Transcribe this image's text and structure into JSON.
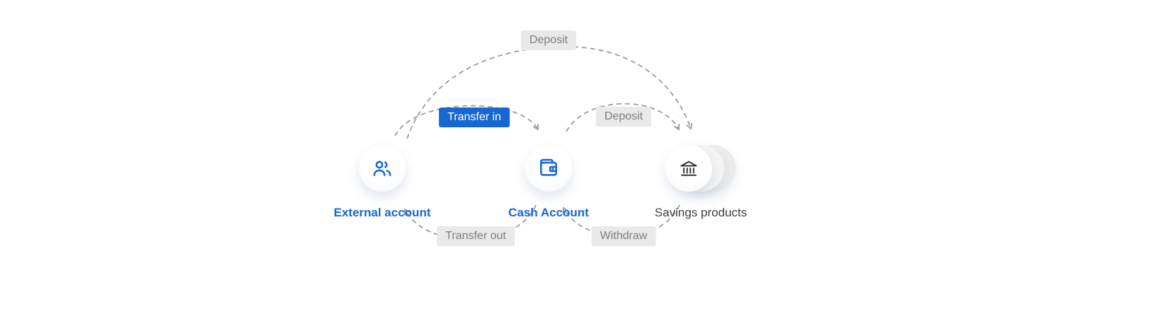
{
  "colors": {
    "accent-blue": "#1567d2",
    "label-gray-bg": "#e9e9e9",
    "label-gray-text": "#7e7e7e",
    "arrow-gray": "#9b9b9b",
    "savings-text": "#3d3d3d"
  },
  "diagram": {
    "nodes": [
      {
        "id": "external-account",
        "label": "External account",
        "icon": "people-icon"
      },
      {
        "id": "cash-account",
        "label": "Cash Account",
        "icon": "wallet-icon"
      },
      {
        "id": "savings-products",
        "label": "Savings products",
        "icon": "bank-icon"
      }
    ],
    "edges": [
      {
        "id": "deposit-top",
        "label": "Deposit",
        "from": "external-account",
        "to": "savings-products",
        "style": "gray"
      },
      {
        "id": "transfer-in",
        "label": "Transfer in",
        "from": "external-account",
        "to": "cash-account",
        "style": "blue"
      },
      {
        "id": "deposit-mid",
        "label": "Deposit",
        "from": "cash-account",
        "to": "savings-products",
        "style": "gray"
      },
      {
        "id": "transfer-out",
        "label": "Transfer out",
        "from": "cash-account",
        "to": "external-account",
        "style": "gray"
      },
      {
        "id": "withdraw",
        "label": "Withdraw",
        "from": "savings-products",
        "to": "cash-account",
        "style": "gray"
      }
    ]
  }
}
